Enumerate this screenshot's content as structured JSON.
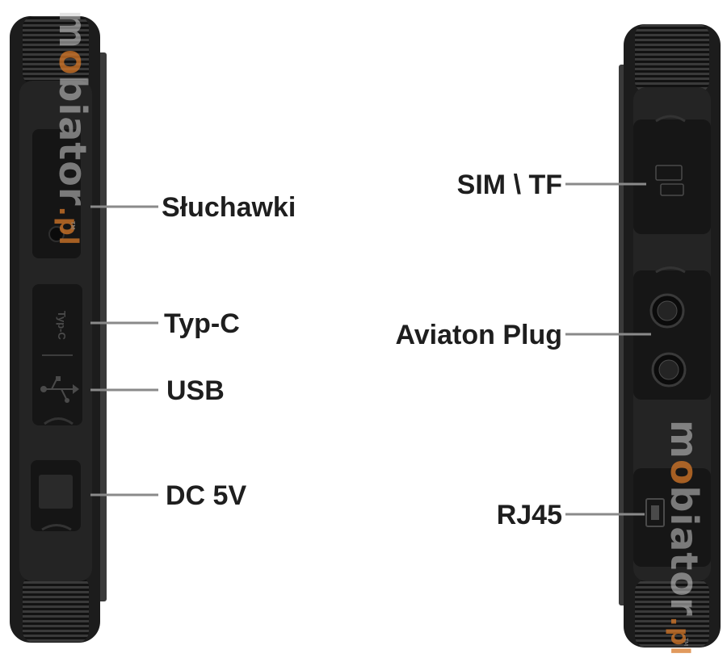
{
  "colors": {
    "device_body": "#1c1c1c",
    "device_dark": "#0e0e0e",
    "leader_line": "#8a8a8a",
    "label_text": "#1e1e1e",
    "watermark_accent": "#d77828"
  },
  "left_labels": [
    {
      "text": "Słuchawki"
    },
    {
      "text": "Typ-C"
    },
    {
      "text": "USB"
    },
    {
      "text": "DC 5V"
    }
  ],
  "right_labels": [
    {
      "text": "SIM \\ TF"
    },
    {
      "text": "Aviaton Plug"
    },
    {
      "text": "RJ45"
    }
  ],
  "port_texts": {
    "typec": "Typ-C"
  },
  "watermark": {
    "before": "m",
    "o": "o",
    "after": "biator",
    "pl": ".pl",
    "tm": "TM"
  }
}
